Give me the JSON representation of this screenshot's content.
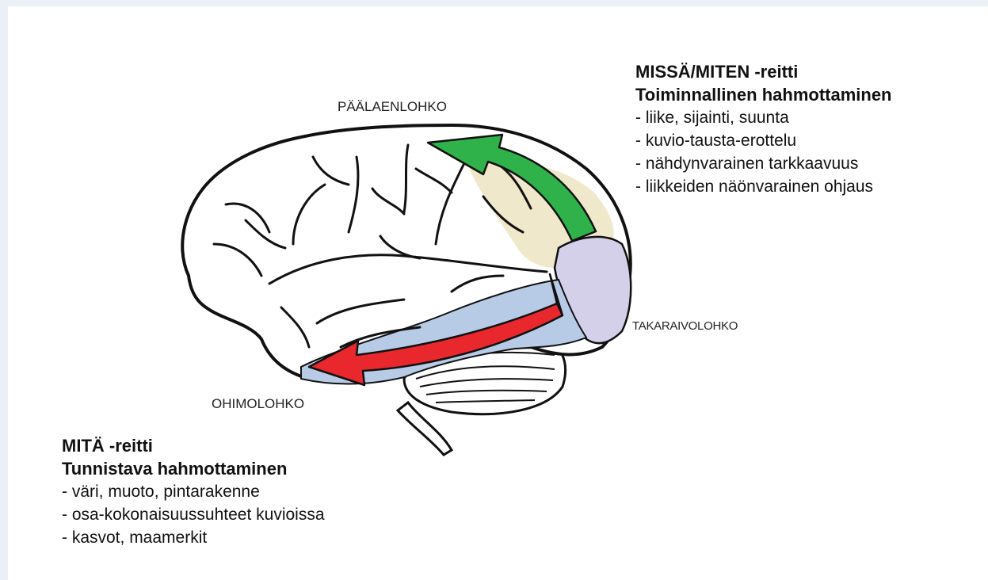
{
  "labels": {
    "parietal": "PÄÄLAENLOHKO",
    "occipital": "TAKARAIVOLOHKO",
    "temporal": "OHIMOLOHKO"
  },
  "where_path": {
    "title": "MISSÄ/MITEN -reitti",
    "subtitle": "Toiminnallinen hahmottaminen",
    "items": [
      "- liike, sijainti, suunta",
      "- kuvio-tausta-erottelu",
      "- nähdynvarainen tarkkaavuus",
      "- liikkeiden näönvarainen ohjaus"
    ]
  },
  "what_path": {
    "title": "MITÄ -reitti",
    "subtitle": "Tunnistava hahmottaminen",
    "items": [
      "- väri, muoto, pintarakenne",
      "- osa-kokonaisuussuhteet kuvioissa",
      "- kasvot, maamerkit"
    ]
  },
  "colors": {
    "background": "#eaf0f6",
    "dorsal_arrow": "#2fb24a",
    "ventral_arrow": "#e8282d",
    "parietal_region": "#efe7c8",
    "occipital_region": "#d4d0ea",
    "temporal_region": "#b7cbe6"
  },
  "icons": [
    "brain-illustration",
    "dorsal-arrow",
    "ventral-arrow"
  ]
}
